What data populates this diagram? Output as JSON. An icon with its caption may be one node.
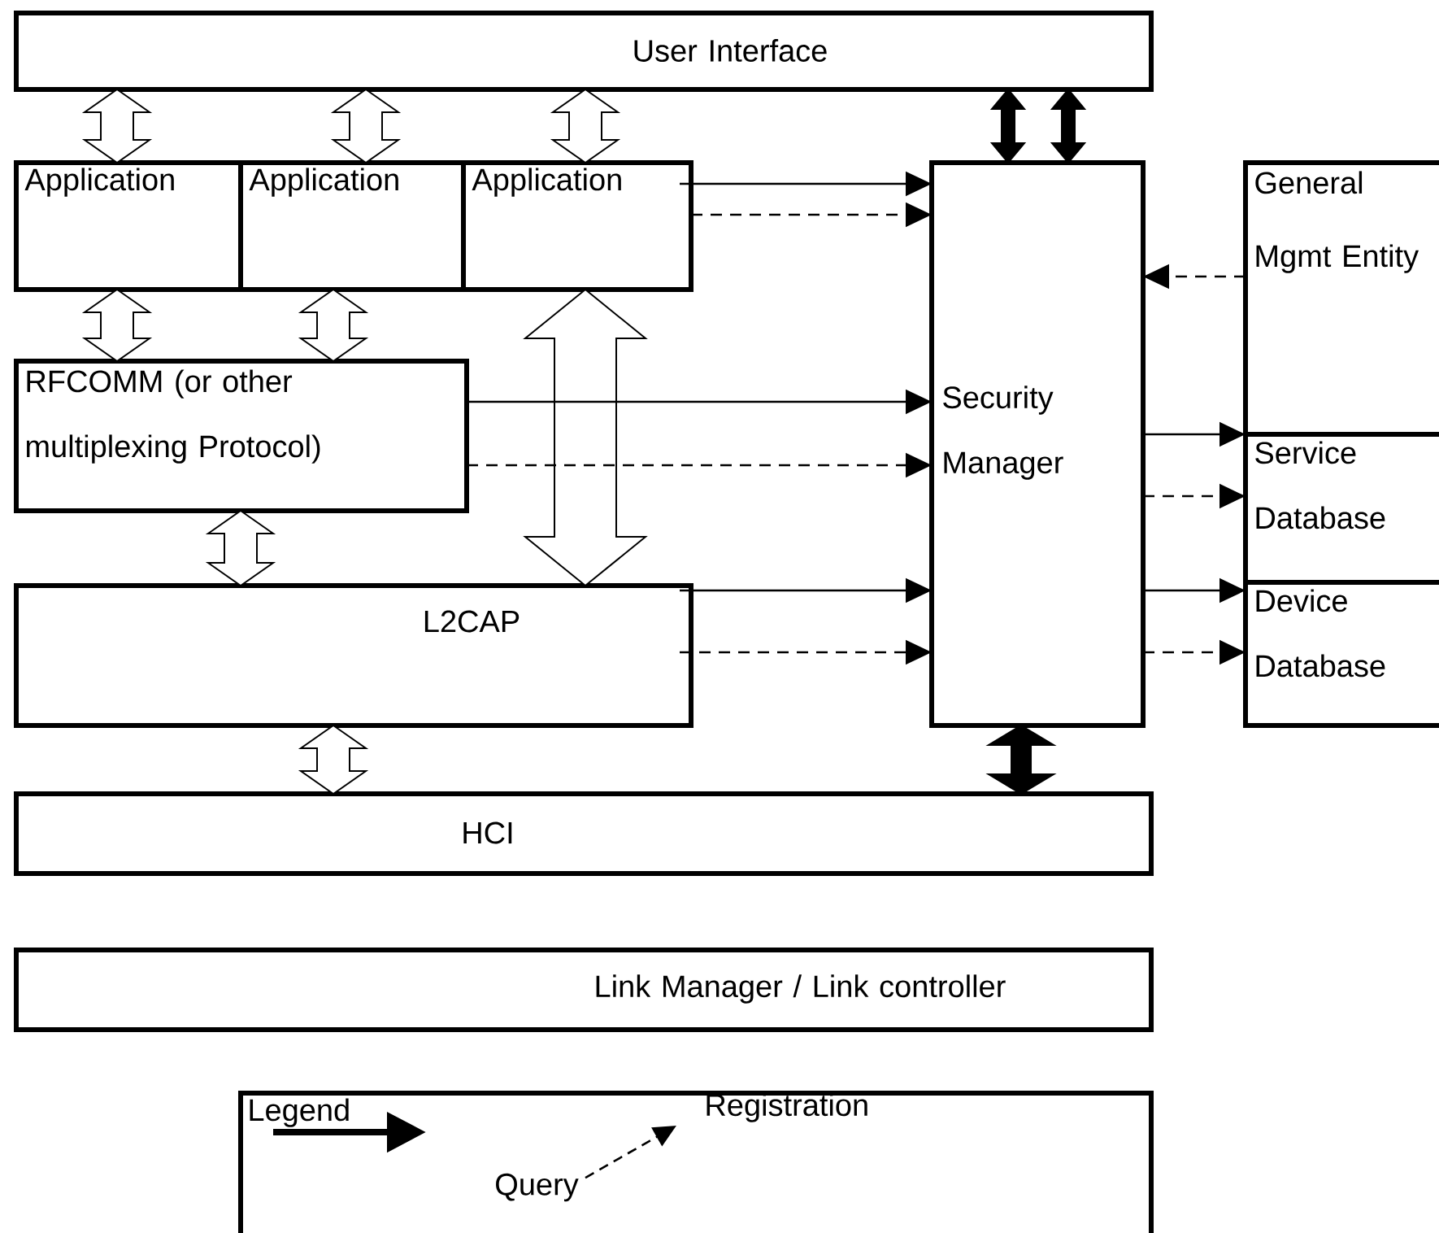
{
  "diagram": {
    "nodes": [
      {
        "text": [
          "User Interface"
        ]
      },
      {
        "text": [
          "Application"
        ]
      },
      {
        "text": [
          "Application"
        ]
      },
      {
        "text": [
          "Application"
        ]
      },
      {
        "text": [
          "RFCOMM (or other multiplexing Protocol)"
        ]
      },
      {
        "text": [
          "L2CAP"
        ]
      },
      {
        "text": [
          "HCI"
        ]
      },
      {
        "text": [
          "Link Manager / Link controller"
        ]
      },
      {
        "text": [
          "Security Manager"
        ]
      },
      {
        "text": [
          "General Mgmt Entity"
        ]
      },
      {
        "text": [
          "Service Database"
        ]
      },
      {
        "text": [
          "Device Database"
        ]
      }
    ],
    "edges": [
      {
        "from": 0,
        "to": 1,
        "arrow": "both"
      },
      {
        "from": 0,
        "to": 2,
        "arrow": "both"
      },
      {
        "from": 0,
        "to": 3,
        "arrow": "both"
      },
      {
        "from": 1,
        "to": 4,
        "arrow": "both"
      },
      {
        "from": 2,
        "to": 4,
        "arrow": "both"
      },
      {
        "from": 3,
        "to": 5,
        "arrow": "both"
      },
      {
        "from": 4,
        "to": 5,
        "arrow": "both"
      },
      {
        "from": 5,
        "to": 6,
        "arrow": "both"
      },
      {
        "from": 0,
        "to": 8,
        "arrow": "both",
        "style": "thick"
      },
      {
        "from": 0,
        "to": 8,
        "arrow": "both",
        "style": "thick"
      },
      {
        "from": 8,
        "to": 6,
        "arrow": "both",
        "style": "thick"
      },
      {
        "from": 3,
        "to": 8,
        "arrow": "to"
      },
      {
        "from": 3,
        "to": 8,
        "arrow": "to",
        "style": "dashed"
      },
      {
        "from": 4,
        "to": 8,
        "arrow": "to"
      },
      {
        "from": 4,
        "to": 8,
        "arrow": "to",
        "style": "dashed"
      },
      {
        "from": 5,
        "to": 8,
        "arrow": "to"
      },
      {
        "from": 5,
        "to": 8,
        "arrow": "to",
        "style": "dashed"
      },
      {
        "from": 9,
        "to": 8,
        "arrow": "to",
        "style": "dashed"
      },
      {
        "from": 8,
        "to": 9,
        "arrow": "to"
      },
      {
        "from": 8,
        "to": 10,
        "arrow": "to",
        "style": "dashed"
      },
      {
        "from": 8,
        "to": 11,
        "arrow": "to"
      },
      {
        "from": 8,
        "to": 11,
        "arrow": "to",
        "style": "dashed"
      }
    ],
    "labels": [
      "Legend"
    ],
    "legend": [
      {
        "text": "Registration"
      },
      {
        "text": "Query"
      }
    ]
  }
}
